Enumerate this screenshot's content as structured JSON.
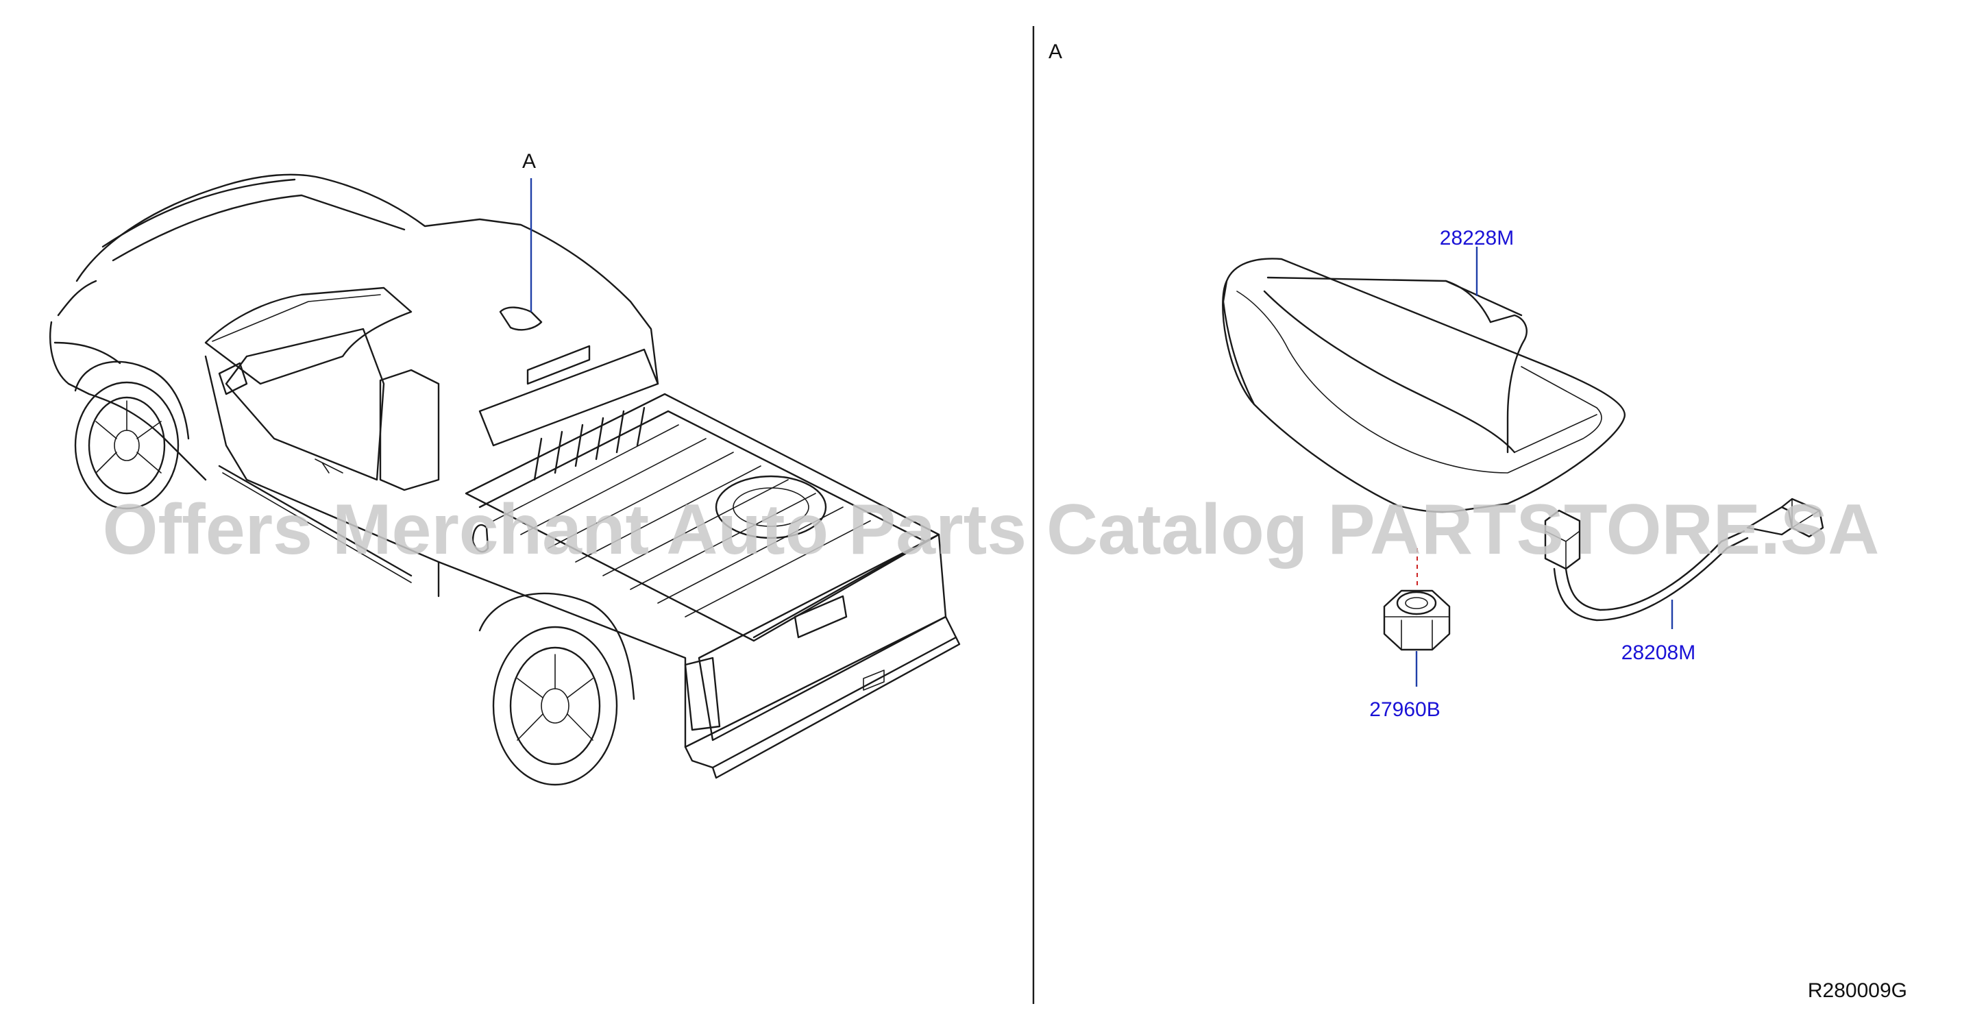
{
  "view_labels": {
    "vehicle_callout": "A",
    "detail_view": "A"
  },
  "parts": {
    "antenna_assembly": "28228M",
    "feeder_cable": "28208M",
    "nut": "27960B"
  },
  "diagram_code": "R280009G",
  "watermark": "Offers Merchant Auto Parts Catalog PARTSTORE.SA",
  "colors": {
    "part_label": "#1a12d6",
    "leader_line": "#1f3fa8",
    "hidden_line": "#cc2222",
    "watermark": "#c9c9c9"
  }
}
